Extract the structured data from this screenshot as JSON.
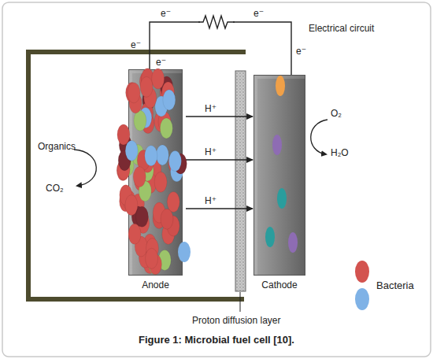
{
  "diagram": {
    "caption": "Figure 1: Microbial fuel cell [10].",
    "nodes": [
      {
        "text": [
          "Anode"
        ]
      },
      {
        "text": [
          "Cathode"
        ]
      }
    ],
    "edges": [
      {
        "from": 0,
        "to": 1,
        "arrow": "none"
      },
      {
        "from": 0,
        "to": 1,
        "label": "H⁺",
        "arrow": "to"
      },
      {
        "from": 0,
        "to": 1,
        "label": "H⁺",
        "arrow": "to"
      },
      {
        "from": 0,
        "to": 1,
        "label": "H⁺",
        "arrow": "to"
      }
    ],
    "labels": [
      "Electrical circuit",
      "e⁻",
      "e⁻",
      "e⁻",
      "e⁻",
      "e⁻",
      "Organics",
      "CO₂",
      "O₂",
      "H₂O",
      "Proton diffusion layer"
    ],
    "legend": [
      {
        "text": "Bacteria"
      }
    ]
  }
}
